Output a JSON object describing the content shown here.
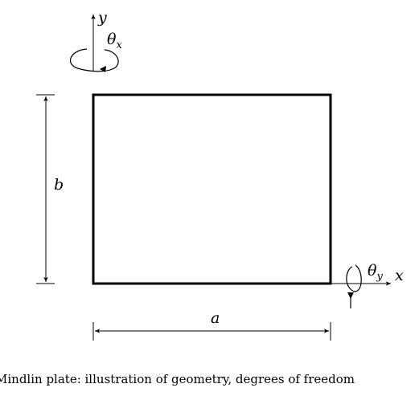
{
  "diagram": {
    "labels": {
      "y_axis": "y",
      "x_axis": "x",
      "theta_x": "θ",
      "theta_x_sub": "x",
      "theta_y": "θ",
      "theta_y_sub": "y",
      "width": "a",
      "height": "b"
    },
    "caption": "Mindlin plate: illustration of geometry, degrees of freedom"
  }
}
